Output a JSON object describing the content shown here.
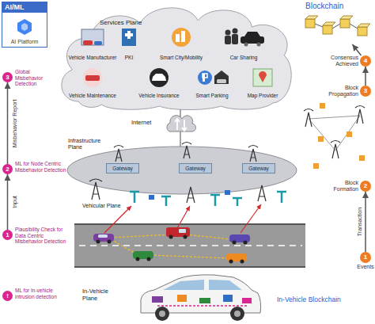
{
  "diagram": {
    "nodes": [
      {
        "text": [
          "AI/ML",
          "AI Platform"
        ]
      },
      {
        "text": [
          "Services Plane"
        ]
      },
      {
        "text": [
          "Vehicle Manufacturer"
        ],
        "in": 1
      },
      {
        "text": [
          "PKI"
        ],
        "in": 1
      },
      {
        "text": [
          "Smart City/Mobility"
        ],
        "in": 1
      },
      {
        "text": [
          "Car Sharing"
        ],
        "in": 1
      },
      {
        "text": [
          "Vehicle Maintenance"
        ],
        "in": 1
      },
      {
        "text": [
          "Vehicle Insurance"
        ],
        "in": 1
      },
      {
        "text": [
          "Smart Parking"
        ],
        "in": 1
      },
      {
        "text": [
          "Map Provider"
        ],
        "in": 1
      },
      {
        "text": [
          "Blockchain"
        ]
      },
      {
        "text": [
          "3",
          "Global Misbehavior Detection"
        ]
      },
      {
        "text": [
          "4",
          "Consensus Achieved"
        ]
      },
      {
        "text": [
          "3",
          "Block Propagation"
        ]
      },
      {
        "text": [
          "Infrastructure Plane"
        ]
      },
      {
        "text": [
          "Gateway"
        ],
        "in": 14
      },
      {
        "text": [
          "Gateway"
        ],
        "in": 14
      },
      {
        "text": [
          "Gateway"
        ],
        "in": 14
      },
      {
        "text": [
          "2",
          "ML for Node Centric Misbehavior Detection"
        ]
      },
      {
        "text": [
          "2",
          "Block Formation"
        ]
      },
      {
        "text": [
          "Vehicular Plane"
        ]
      },
      {
        "text": [
          "1",
          "Plausibility Check for Data Centric Misbehavior Detection"
        ]
      },
      {
        "text": [
          "1",
          "Events"
        ]
      },
      {
        "text": [
          "!",
          "ML for In-vehicle intrusion detection"
        ]
      }
    ],
    "edges": [
      {
        "from": 21,
        "to": 18,
        "label": "Input",
        "arrow": "to"
      },
      {
        "from": 18,
        "to": 11,
        "label": "Misbehavior Report",
        "arrow": "to"
      },
      {
        "from": 22,
        "to": 19,
        "label": "Transaction",
        "arrow": "to"
      },
      {
        "from": 13,
        "to": 12,
        "arrow": "to"
      },
      {
        "from": 12,
        "to": 10,
        "arrow": "to"
      }
    ],
    "labels": [
      "Internet",
      "In-Vehicle Plane",
      "In-Vehicle Blockchain"
    ]
  }
}
